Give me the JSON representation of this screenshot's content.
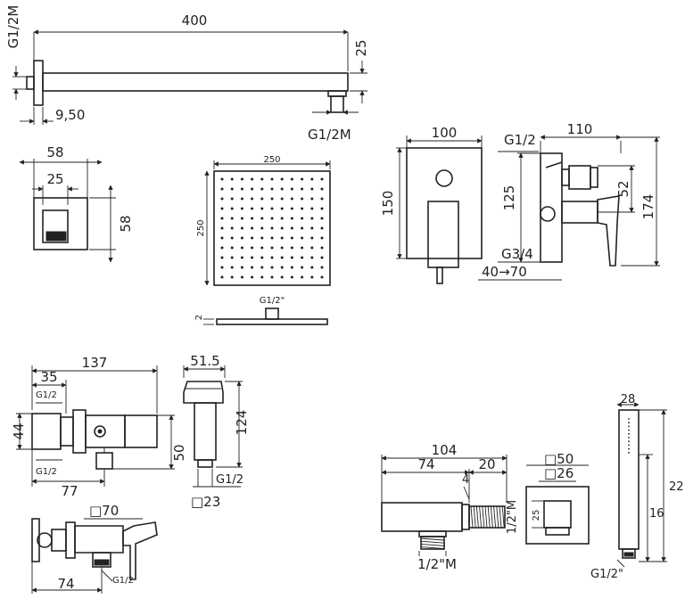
{
  "shower_arm": {
    "length": "400",
    "height": "25",
    "flange_depth": "9,50",
    "thread_top": "G1/2M",
    "thread_bottom": "G1/2M"
  },
  "arm_flange": {
    "outer": "58",
    "inner": "25",
    "height": "58"
  },
  "shower_head": {
    "width": "250",
    "height": "250",
    "thread": "G1/2\"",
    "thickness": "2"
  },
  "mixer_front": {
    "width": "100",
    "height": "150"
  },
  "mixer_side": {
    "depth": "110",
    "thread_top": "G1/2",
    "thread_bottom": "G3/4",
    "dim_125": "125",
    "dim_52": "52",
    "dim_174": "174",
    "range": "40→70"
  },
  "bidet_valve": {
    "width": "137",
    "dim_35": "35",
    "height": "44",
    "thread_top": "G1/2",
    "thread_bottom": "G1/2",
    "dim_77": "77",
    "dim_50": "50"
  },
  "bidet_spray": {
    "width": "51.5",
    "height": "124",
    "thread": "G1/2",
    "square": "□23"
  },
  "stop_valve": {
    "square": "□70",
    "dim_74": "74",
    "thread": "G1/2"
  },
  "outlet_elbow": {
    "width": "104",
    "dim_74": "74",
    "dim_20": "20",
    "dim_4": "4",
    "thread_side": "1/2\"M",
    "thread_bottom": "1/2\"M"
  },
  "outlet_front": {
    "outer": "□50",
    "inner": "□26",
    "dim_25": "25"
  },
  "hand_shower": {
    "width": "28",
    "length": "22",
    "dim_16": "16",
    "thread": "G1/2\""
  }
}
